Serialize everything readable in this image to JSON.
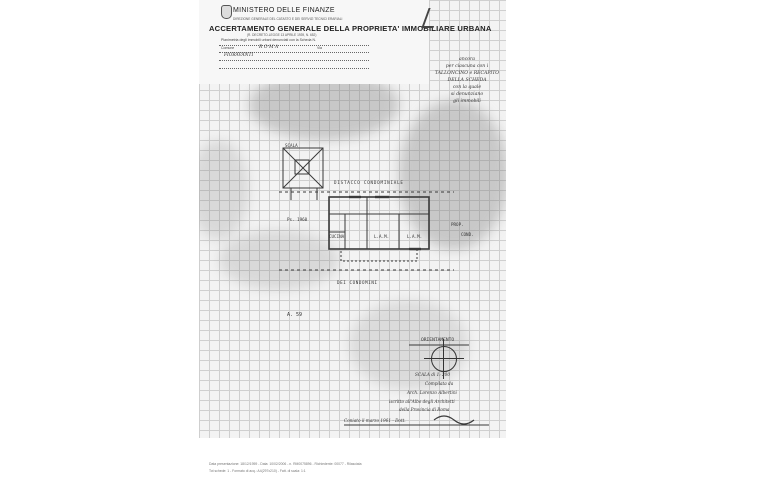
{
  "document": {
    "header": {
      "ministry": "MINISTERO DELLE FINANZE",
      "ministry_sub": "DIREZIONE GENERALE DEL CATASTO E DEI SERVIZI TECNICI ERARIALI",
      "title": "ACCERTAMENTO GENERALE DELLA PROPRIETA' IMMOBILIARE URBANA",
      "title_sub": "(R. DECRETO-LEGGE 13 APRILE 1939, N. 652)"
    },
    "form": {
      "plan_label": "Planimetria degli immobili urbani denunciati con la Scheda N.",
      "comune_label": "Comune",
      "comune_value": "R O M A",
      "via_label": "Via",
      "handwritten_line": "FIORAVANTI"
    },
    "side_note": [
      "ancora",
      "per ciascuna con i",
      "TALLONCINO e RECAPITO",
      "DELLA SCHEDA",
      "con la quale",
      "si denunziano",
      "gli immobili"
    ],
    "plan_labels": {
      "top_a": "SCALA",
      "distacco": "DISTACCO CONDOMINIALE",
      "left": "Ps. 1960",
      "cucina": "CUCINA",
      "room_a": "L.A.M.",
      "room_b": "L.A.M.",
      "right_a": "PROP.",
      "right_b": "COND.",
      "bottom": "DEI CONDOMINI",
      "lot": "A. 59"
    },
    "orientation_label": "ORIENTAMENTO",
    "scale_label": "SCALA di 1: 200",
    "signature_block": {
      "line1": "Compilata da",
      "line2": "Arch. Lorenzo Albertini",
      "line3": "iscritto all'Albo degli Architetti",
      "line4": "della Provincia di Roma",
      "line5": "Coniato il marzo 1961 - Dott."
    },
    "footer": {
      "line1": "Data presentazione: 18/12/1959 - Data: 10/02/2006 - n. RM0075896 - Richiedente: 00077 - Rilasciata",
      "line2": "Tot schede: 1 - Formato di acq.: A4(297x210) - Fatt. di scala: 1:1"
    }
  }
}
